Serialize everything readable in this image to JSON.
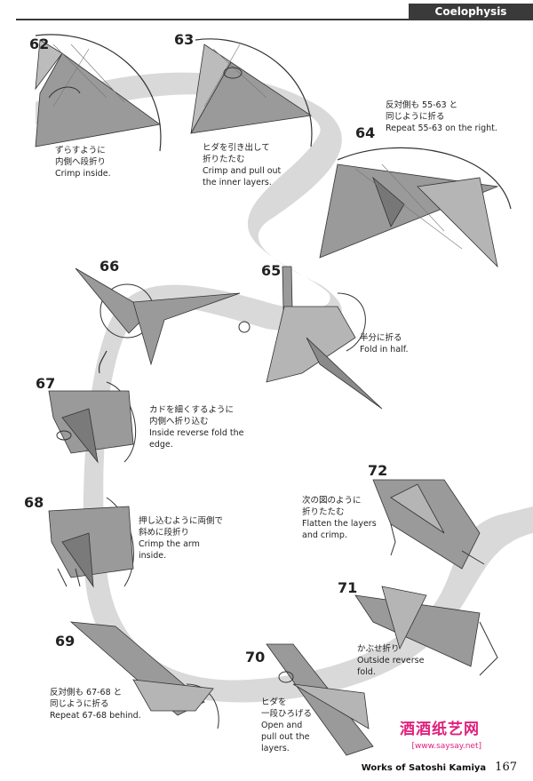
{
  "header": {
    "title": "Coelophysis"
  },
  "steps": [
    {
      "num": "62",
      "jp": "ずらすように\n内側へ段折り",
      "en": "Crimp inside."
    },
    {
      "num": "63",
      "jp": "ヒダを引き出して\n折りたたむ",
      "en": "Crimp and pull out\nthe inner layers."
    },
    {
      "num": "64",
      "jp": "反対側も 55-63 と\n同じように折る",
      "en": "Repeat 55-63 on the right."
    },
    {
      "num": "65",
      "jp": "半分に折る",
      "en": "Fold in half."
    },
    {
      "num": "66",
      "jp": "",
      "en": ""
    },
    {
      "num": "67",
      "jp": "カドを細くするように\n内側へ折り込む",
      "en": "Inside reverse fold the\nedge."
    },
    {
      "num": "68",
      "jp": "押し込むように両側で\n斜めに段折り",
      "en": "Crimp the arm\ninside."
    },
    {
      "num": "69",
      "jp": "反対側も 67-68 と\n同じように折る",
      "en": "Repeat 67-68 behind."
    },
    {
      "num": "70",
      "jp": "ヒダを\n一段ひろげる",
      "en": "Open and\npull out the\nlayers."
    },
    {
      "num": "71",
      "jp": "かぶせ折り",
      "en": "Outside reverse\nfold."
    },
    {
      "num": "72",
      "jp": "次の図のように\n折りたたむ",
      "en": "Flatten the layers\nand crimp."
    }
  ],
  "footer": {
    "credit": "Works of Satoshi Kamiya",
    "page": "167"
  },
  "watermark": {
    "logo": "酒酒纸艺网",
    "url": "[www.saysay.net]"
  },
  "colors": {
    "band": "#d9d9d9",
    "paper": "#9a9a9a",
    "paper_light": "#c8c8c8",
    "line": "#333333",
    "title_bg": "#3a3a3a",
    "watermark": "#e0207c"
  }
}
